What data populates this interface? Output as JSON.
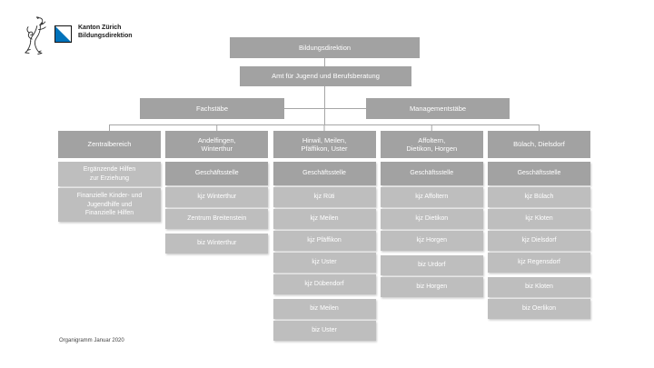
{
  "logo": {
    "org_name_line1": "Kanton Zürich",
    "org_name_line2": "Bildungsdirektion"
  },
  "chart": {
    "root": "Bildungsdirektion",
    "office": "Amt für Jugend und Berufsberatung",
    "staff_units": [
      "Fachstäbe",
      "Managementstäbe"
    ],
    "columns": [
      {
        "header": "Zentralbereich",
        "items": [
          {
            "label": "Ergänzende Hilfen\nzur Erziehung",
            "variant": "light"
          },
          {
            "label": "Finanzielle Kinder- und\nJugendhilfe und\nFinanzielle Hilfen",
            "variant": "light"
          }
        ]
      },
      {
        "header": "Andelfingen,\nWinterthur",
        "items": [
          {
            "label": "Geschäftsstelle",
            "variant": "dark"
          },
          {
            "label": "kjz Winterthur",
            "variant": "light"
          },
          {
            "label": "Zentrum Breitenstein",
            "variant": "light"
          },
          {
            "label": "biz Winterthur",
            "variant": "light",
            "gap_before": true
          }
        ]
      },
      {
        "header": "Hinwil, Meilen,\nPfäffikon, Uster",
        "items": [
          {
            "label": "Geschäftsstelle",
            "variant": "dark"
          },
          {
            "label": "kjz Rüti",
            "variant": "light"
          },
          {
            "label": "kjz Meilen",
            "variant": "light"
          },
          {
            "label": "kjz Pfäffikon",
            "variant": "light"
          },
          {
            "label": "kjz Uster",
            "variant": "light"
          },
          {
            "label": "kjz Dübendorf",
            "variant": "light"
          },
          {
            "label": "biz Meilen",
            "variant": "light",
            "gap_before": true
          },
          {
            "label": "biz Uster",
            "variant": "light"
          }
        ]
      },
      {
        "header": "Affoltern,\nDietikon, Horgen",
        "items": [
          {
            "label": "Geschäftsstelle",
            "variant": "dark"
          },
          {
            "label": "kjz Affoltern",
            "variant": "light"
          },
          {
            "label": "kjz Dietikon",
            "variant": "light"
          },
          {
            "label": "kjz Horgen",
            "variant": "light"
          },
          {
            "label": "biz Urdorf",
            "variant": "light",
            "gap_before": true
          },
          {
            "label": "biz Horgen",
            "variant": "light"
          }
        ]
      },
      {
        "header": "Bülach, Dielsdorf",
        "items": [
          {
            "label": "Geschäftsstelle",
            "variant": "dark"
          },
          {
            "label": "kjz Bülach",
            "variant": "light"
          },
          {
            "label": "kjz Kloten",
            "variant": "light"
          },
          {
            "label": "kjz Dielsdorf",
            "variant": "light"
          },
          {
            "label": "kjz Regensdorf",
            "variant": "light"
          },
          {
            "label": "biz Kloten",
            "variant": "light",
            "gap_before": true
          },
          {
            "label": "biz Oerlikon",
            "variant": "light"
          }
        ]
      }
    ]
  },
  "footer": {
    "caption": "Organigramm Januar 2020"
  },
  "colors": {
    "box_dark": "#a2a2a2",
    "box_light": "#bebebe",
    "line": "#a6a6a6",
    "text_white": "#ffffff",
    "logo_blue": "#0072ba"
  }
}
